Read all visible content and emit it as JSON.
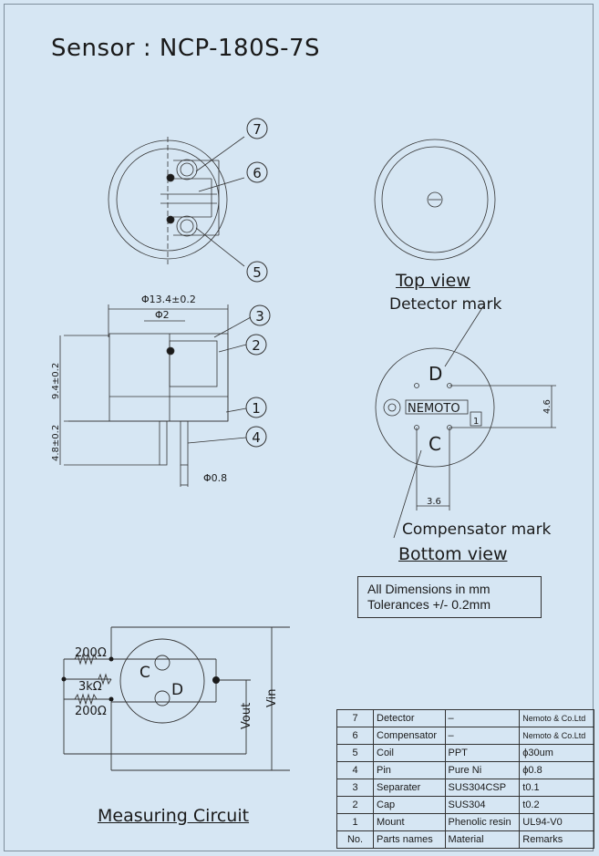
{
  "title": "Sensor : NCP-180S-7S",
  "views": {
    "top_view": "Top view",
    "bottom_view": "Bottom view",
    "measuring_circuit": "Measuring Circuit",
    "detector_mark": "Detector mark",
    "compensator_mark": "Compensator mark"
  },
  "markers": [
    "7",
    "6",
    "5",
    "3",
    "2",
    "1",
    "4"
  ],
  "dimensions": {
    "diameter": "Φ13.4±0.2",
    "phi2": "Φ2",
    "height": "9.4±0.2",
    "pin_length": "4.8±0.2",
    "pin_dia": "Φ0.8",
    "spacing_v": "4.6",
    "spacing_h": "3.6"
  },
  "bottom_labels": {
    "brand": "NEMOTO",
    "d": "D",
    "c": "C",
    "pin1": "1"
  },
  "note": {
    "line1": "All Dimensions in mm",
    "line2": "Tolerances +/- 0.2mm"
  },
  "circuit": {
    "r_top": "200Ω",
    "r_mid": "3kΩ",
    "r_bot": "200Ω",
    "c": "C",
    "d": "D",
    "vout": "Vout",
    "vin": "Vin"
  },
  "parts_table": {
    "rows": [
      {
        "no": "7",
        "part": "Detector",
        "material": "–",
        "remarks": "Nemoto & Co.Ltd"
      },
      {
        "no": "6",
        "part": "Compensator",
        "material": "–",
        "remarks": "Nemoto & Co.Ltd"
      },
      {
        "no": "5",
        "part": "Coil",
        "material": "PPT",
        "remarks": "ϕ30um"
      },
      {
        "no": "4",
        "part": "Pin",
        "material": "Pure Ni",
        "remarks": "ϕ0.8"
      },
      {
        "no": "3",
        "part": "Separater",
        "material": "SUS304CSP",
        "remarks": "t0.1"
      },
      {
        "no": "2",
        "part": "Cap",
        "material": "SUS304",
        "remarks": "t0.2"
      },
      {
        "no": "1",
        "part": "Mount",
        "material": "Phenolic resin",
        "remarks": "UL94-V0"
      }
    ],
    "header": {
      "no": "No.",
      "part": "Parts names",
      "material": "Material",
      "remarks": "Remarks"
    }
  }
}
